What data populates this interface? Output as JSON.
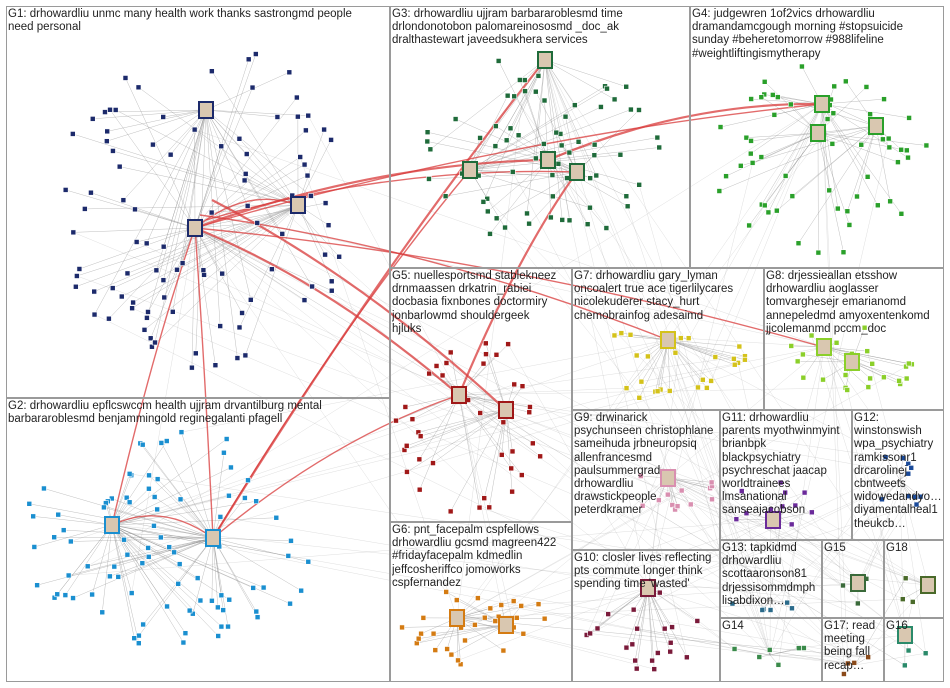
{
  "groups": [
    {
      "id": "G1",
      "label": "G1: drhowardliu unmc many health work thanks sastrongmd people need personal",
      "color": "#1c2a6b"
    },
    {
      "id": "G2",
      "label": "G2: drhowardliu epflcswccm health ujjram drvantilburg mental barbararoblesmd benjammingold reginegalanti pfagell",
      "color": "#1a8fd0"
    },
    {
      "id": "G3",
      "label": "G3: drhowardliu ujjram barbararoblesmd time drlondonotobon palomareinososmd _doc_ak dralthastewart javeedsukhera services",
      "color": "#1f6b3a"
    },
    {
      "id": "G4",
      "label": "G4: judgewren 1of2vics drhowardliu dramandamcgough morning #stopsuicide sunday #beheretomorrow #988lifeline #weightliftingismytherapy",
      "color": "#2aa02a"
    },
    {
      "id": "G5",
      "label": "G5: nuellesportsmd stablekneez drnmaassen drkatrin_rabiei docbasia fixnbones doctormiry jonbarlowmd shouldergeek hjluks",
      "color": "#a01818"
    },
    {
      "id": "G6",
      "label": "G6: pnt_facepalm cspfellows drhowardliu gcsmd magreen422 #fridayfacepalm kdmedlin jeffcosheriffco jomoworks cspfernandez",
      "color": "#d47b12"
    },
    {
      "id": "G7",
      "label": "G7: drhowardliu gary_lyman oncoalert true ace tigerlilycares nicolekuderer stacy_hurt chemobrainfog adesaimd",
      "color": "#d4c21a"
    },
    {
      "id": "G8",
      "label": "G8: drjessieallan etsshow drhowardliu aoglasser tomvarghesejr emarianomd annepeledmd amyoxentenkomd jjcolemanmd pccm_doc",
      "color": "#8bcf2a"
    },
    {
      "id": "G9",
      "label": "G9: drwinarick psychunseen christophlane sameihuda jrbneuropsiq allenfrancesmd paulsummergrad drhowardliu drawstickpeople peterdkramer",
      "color": "#d98fb0"
    },
    {
      "id": "G10",
      "label": "G10: closler lives reflecting pts commute longer think spending time 'wasted'",
      "color": "#7a1a3a"
    },
    {
      "id": "G11",
      "label": "G11: drhowardliu parents myothwinmyint brianbpk blackpsychiatry psychreschat jaacap worldtrainees lmsanational sanseajacobson",
      "color": "#6a2a9a"
    },
    {
      "id": "G12",
      "label": "G12: winstonswish wpa_psychiatry ramkissonr1 drcarolinej cbntweets widowedandyo… diyamentalheal1 theukcb…",
      "color": "#1a4a9a"
    },
    {
      "id": "G13",
      "label": "G13: tapkidmd drhowardliu scottaaronson81 drjessisommdmph lisabdixon…",
      "color": "#2a6a8a"
    },
    {
      "id": "G14",
      "label": "G14",
      "color": "#3a8a4a"
    },
    {
      "id": "G15",
      "label": "G15",
      "color": "#3a6a3a"
    },
    {
      "id": "G16",
      "label": "G16",
      "color": "#2a8a6a"
    },
    {
      "id": "G17",
      "label": "G17: read meeting being fall recap…",
      "color": "#8a4a1a"
    },
    {
      "id": "G18",
      "label": "G18",
      "color": "#4a6a2a"
    }
  ],
  "colors": {
    "background": "#ffffff",
    "panel_border": "#9a9a9a",
    "edge": "#8a8a8a",
    "edge_strong": "#d83a3a"
  }
}
